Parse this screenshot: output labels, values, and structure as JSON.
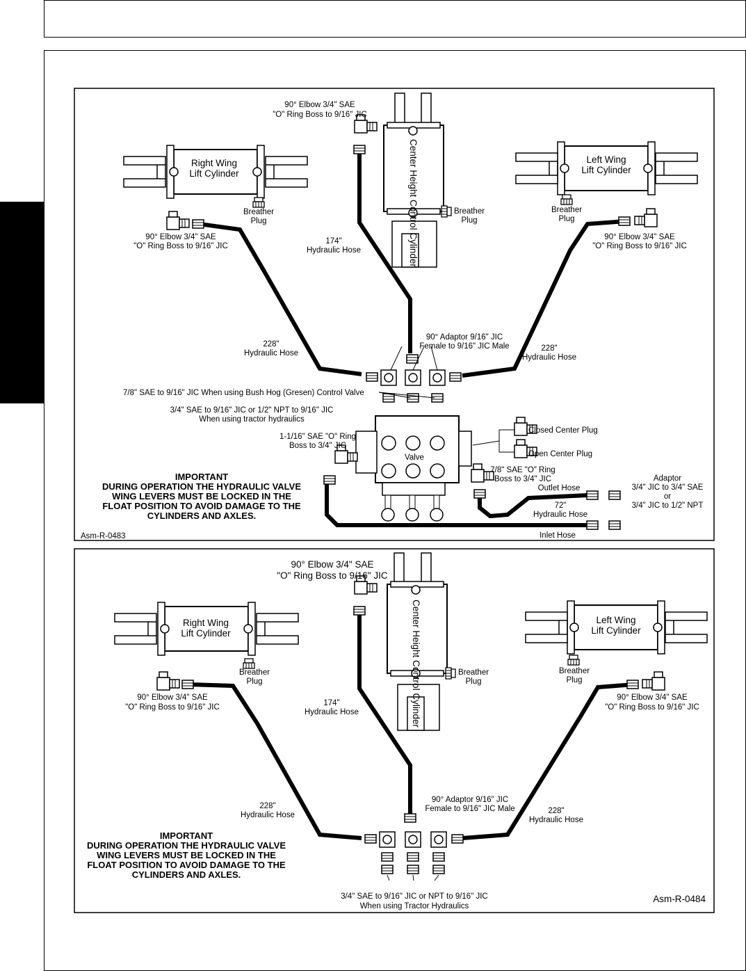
{
  "page": {
    "header_text": "",
    "side_tab_text": ""
  },
  "diagram_1": {
    "id": "Asm-R-0483",
    "center_cylinder": "Center Height Control Cylinder",
    "right_cylinder": [
      "Right Wing",
      "Lift Cylinder"
    ],
    "left_cylinder": [
      "Left Wing",
      "Lift Cylinder"
    ],
    "elbow_top": [
      "90° Elbow 3/4\" SAE",
      "\"O\" Ring Boss to 9/16\" JIC"
    ],
    "elbow_right": [
      "90° Elbow 3/4\" SAE",
      "\"O\" Ring Boss to 9/16\" JIC"
    ],
    "elbow_left": [
      "90° Elbow 3/4\" SAE",
      "\"O\" Ring Boss to 9/16\" JIC"
    ],
    "breather_right": [
      "Breather",
      "Plug"
    ],
    "breather_center": [
      "Breather",
      "Plug"
    ],
    "breather_left": [
      "Breather",
      "Plug"
    ],
    "hose_center": [
      "174\"",
      "Hydraulic Hose"
    ],
    "hose_right": [
      "228\"",
      "Hydraulic Hose"
    ],
    "hose_left": [
      "228\"",
      "Hydraulic Hose"
    ],
    "adaptor": [
      "90° Adaptor 9/16\" JIC",
      "Female to 9/16\" JIC Male"
    ],
    "bush_hog": "7/8\" SAE to 9/16\" JIC When using Bush Hog (Gresen) Control Valve",
    "tractor": [
      "3/4\" SAE to 9/16\" JIC or 1/2\" NPT to 9/16\" JIC",
      "When using tractor hydraulics"
    ],
    "boss_1116": [
      "1-1/16\" SAE \"O\" Ring",
      "Boss to 3/4\" JIC"
    ],
    "valve": "Valve",
    "closed_plug": "Closed Center Plug",
    "open_plug": "Open Center Plug",
    "boss_78": [
      "7/8\" SAE \"O\" Ring",
      "Boss to 3/4\" JIC"
    ],
    "outlet": "Outlet Hose",
    "hose_72": [
      "72\"",
      "Hydraulic Hose"
    ],
    "inlet": "Inlet Hose",
    "adaptor_right": [
      "Adaptor",
      "3/4\" JIC to 3/4\" SAE",
      "or",
      "3/4\" JIC to 1/2\" NPT"
    ],
    "important": [
      "IMPORTANT",
      "DURING OPERATION THE HYDRAULIC VALVE",
      "WING LEVERS MUST BE LOCKED IN THE",
      "FLOAT POSITION TO AVOID DAMAGE TO THE",
      "CYLINDERS AND AXLES."
    ]
  },
  "diagram_2": {
    "id": "Asm-R-0484",
    "center_cylinder": "Center Height Control Cylinder",
    "right_cylinder": [
      "Right Wing",
      "Lift Cylinder"
    ],
    "left_cylinder": [
      "Left Wing",
      "Lift Cylinder"
    ],
    "elbow_top": [
      "90° Elbow 3/4\" SAE",
      "\"O\" Ring Boss to 9/16\" JIC"
    ],
    "elbow_right": [
      "90° Elbow 3/4\" SAE",
      "\"O\" Ring Boss to 9/16\" JIC"
    ],
    "elbow_left": [
      "90° Elbow 3/4\" SAE",
      "\"O\" Ring Boss to 9/16\" JIC"
    ],
    "breather_right": [
      "Breather",
      "Plug"
    ],
    "breather_center": [
      "Breather",
      "Plug"
    ],
    "breather_left": [
      "Breather",
      "Plug"
    ],
    "hose_center": [
      "174\"",
      "Hydraulic Hose"
    ],
    "hose_right": [
      "228\"",
      "Hydraulic Hose"
    ],
    "hose_left": [
      "228\"",
      "Hydraulic Hose"
    ],
    "adaptor": [
      "90° Adaptor 9/16\" JIC",
      "Female to 9/16\" JIC Male"
    ],
    "tractor": [
      "3/4\" SAE to 9/16\" JIC or NPT to 9/16\" JIC",
      "When using Tractor Hydraulics"
    ],
    "important": [
      "IMPORTANT",
      "DURING OPERATION THE HYDRAULIC VALVE",
      "WING LEVERS MUST BE LOCKED IN THE",
      "FLOAT POSITION TO AVOID DAMAGE TO THE",
      "CYLINDERS AND AXLES."
    ]
  }
}
